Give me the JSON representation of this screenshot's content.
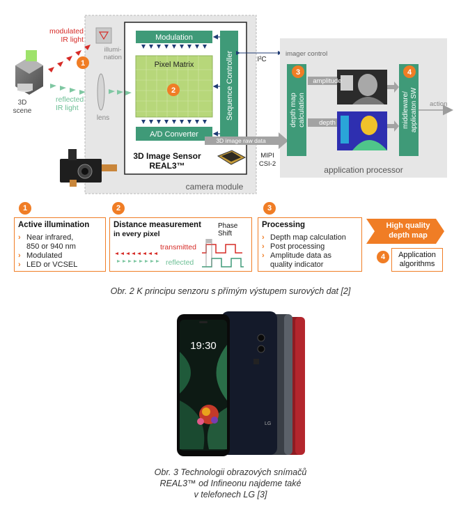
{
  "fig2": {
    "labels": {
      "modulated_ir_1": "modulated",
      "modulated_ir_2": "IR light",
      "illumination_1": "illumi-",
      "illumination_2": "nation",
      "scene_1": "3D",
      "scene_2": "scene",
      "reflected_ir_1": "reflected",
      "reflected_ir_2": "IR light",
      "lens": "lens",
      "modulation": "Modulation",
      "pixel_matrix": "Pixel Matrix",
      "ad_converter": "A/D Converter",
      "sequence_controller": "Sequence Controller",
      "sensor_title_1": "3D Image Sensor",
      "sensor_title_2": "REAL3™",
      "camera_module": "camera module",
      "i2c": "I²C",
      "imager_control": "imager control",
      "raw_data": "3D image raw data",
      "mipi_1": "MIPI",
      "mipi_2": "CSI-2",
      "depth_map_calc_1": "depth map",
      "depth_map_calc_2": "calculation",
      "amplitude": "amplitude",
      "depth": "depth",
      "middleware_1": "middleware/",
      "middleware_2": "applicaton SW",
      "action": "action",
      "application_processor": "application processor",
      "n1": "1",
      "n2": "2",
      "n3": "3",
      "n4": "4"
    },
    "boxes": {
      "active_illumination": {
        "num": "1",
        "title": "Active illumination",
        "items": [
          "Near infrared,",
          "Modulated",
          "LED or VCSEL"
        ],
        "item1_cont": "850 or 940 nm"
      },
      "distance": {
        "num": "2",
        "title_1": "Distance measurement",
        "title_2": "in every pixel",
        "phase_1": "Phase",
        "phase_2": "Shift",
        "transmitted": "transmitted",
        "reflected": "reflected"
      },
      "processing": {
        "num": "3",
        "title": "Processing",
        "items": [
          "Depth map calculation",
          "Post processing",
          "Amplitude data as"
        ],
        "item3_cont": "quality indicator"
      },
      "high_quality_1": "High quality",
      "high_quality_2": "depth map",
      "app_num": "4",
      "app_algorithms_1": "Application",
      "app_algorithms_2": "algorithms"
    },
    "caption": "Obr. 2  K principu senzoru s přímým výstupem surových dat [2]"
  },
  "fig3": {
    "clock": "19:30",
    "caption_1": "Obr. 3  Technologii obrazových snímačů",
    "caption_2": "REAL3™ od Infineonu najdeme také",
    "caption_3": "v telefonech LG [3]"
  },
  "colors": {
    "orange": "#f07d25",
    "green": "#3f9a78",
    "light_green": "#7fc7a2",
    "red": "#d62b27",
    "gray": "#d9d9d9"
  }
}
